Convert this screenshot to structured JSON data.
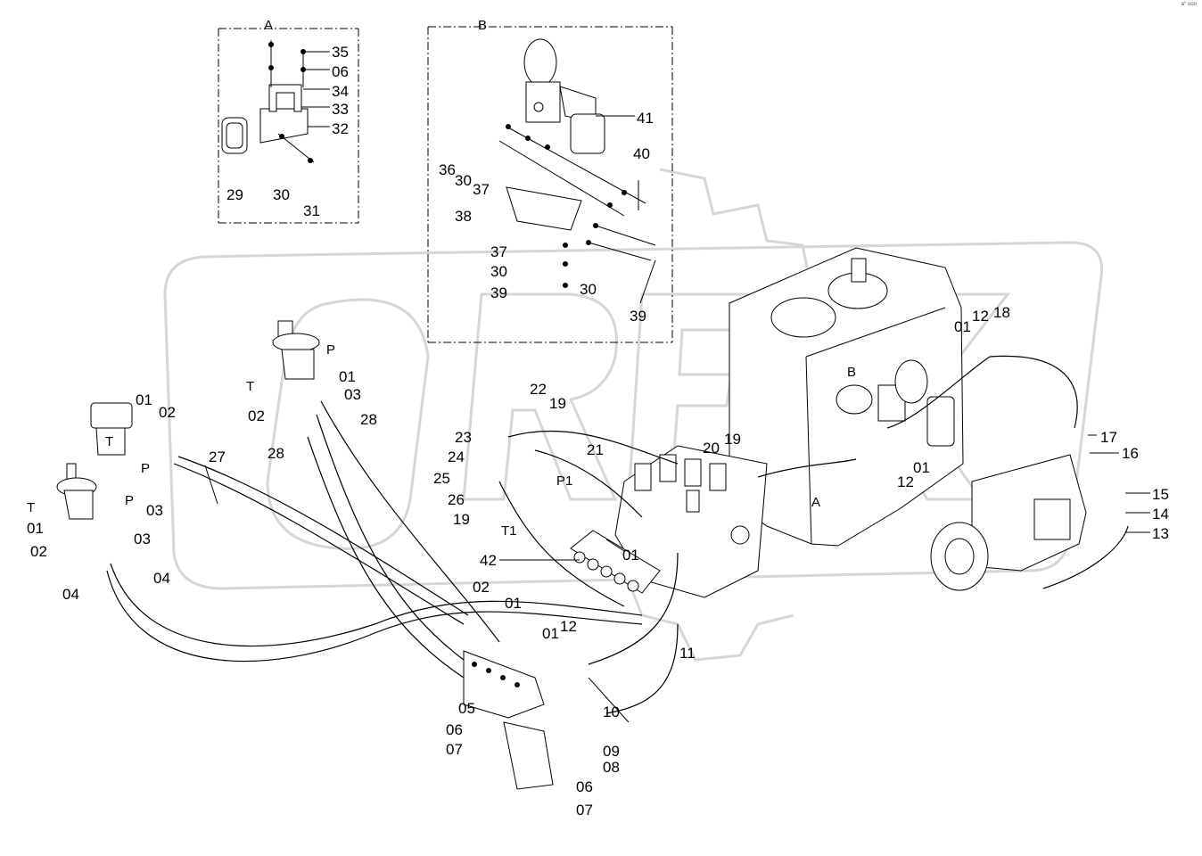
{
  "corner_mark": "a° ooo",
  "watermark": {
    "text": "OREX",
    "brand_color": "#d6d6d6"
  },
  "callouts": {
    "A": "A",
    "B": "B",
    "P": "P",
    "T": "T",
    "P1": "P1",
    "T1": "T1",
    "n01": "01",
    "n02": "02",
    "n03": "03",
    "n04": "04",
    "n05": "05",
    "n06": "06",
    "n07": "07",
    "n08": "08",
    "n09": "09",
    "n10": "10",
    "n11": "11",
    "n12": "12",
    "n13": "13",
    "n14": "14",
    "n15": "15",
    "n16": "16",
    "n17": "17",
    "n18": "18",
    "n19": "19",
    "n20": "20",
    "n21": "21",
    "n22": "22",
    "n23": "23",
    "n24": "24",
    "n25": "25",
    "n26": "26",
    "n27": "27",
    "n28": "28",
    "n29": "29",
    "n30": "30",
    "n31": "31",
    "n32": "32",
    "n33": "33",
    "n34": "34",
    "n35": "35",
    "n36": "36",
    "n37": "37",
    "n38": "38",
    "n39": "39",
    "n40": "40",
    "n41": "41",
    "n42": "42"
  }
}
